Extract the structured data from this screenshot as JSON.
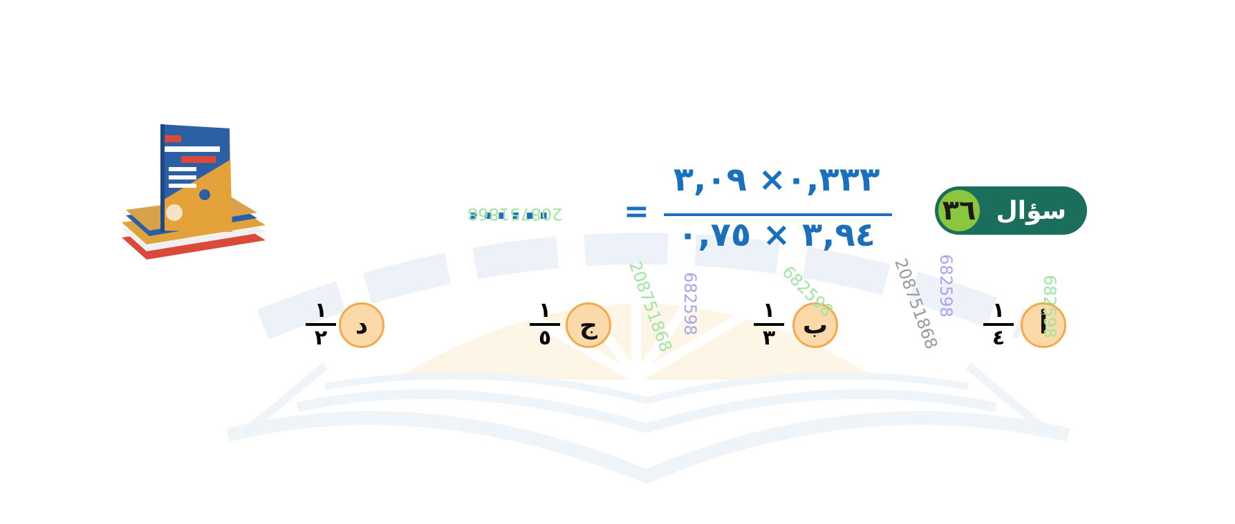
{
  "question": {
    "label": "سؤال",
    "number": "٣٦"
  },
  "expression": {
    "numerator": "٠,٣٣٣× ٣,٠٩",
    "denominator": "٣,٩٤ × ٠,٧٥",
    "equals": "=",
    "answer_blank": "......"
  },
  "options": [
    {
      "letter": "أ",
      "numerator": "١",
      "denominator": "٤"
    },
    {
      "letter": "ب",
      "numerator": "١",
      "denominator": "٣"
    },
    {
      "letter": "ج",
      "numerator": "١",
      "denominator": "٥"
    },
    {
      "letter": "د",
      "numerator": "١",
      "denominator": "٢"
    }
  ],
  "watermark_numbers": {
    "a": "208751868",
    "b": "682598",
    "c": "208751868",
    "d": "682598",
    "e": "682598",
    "f": "208751868",
    "g": "682598"
  },
  "colors": {
    "accent_blue": "#1a6fbe",
    "pill_green": "#1c6e5c",
    "badge_green": "#8cc63f",
    "option_fill": "#fcd9a8",
    "option_border": "#f2a94a"
  }
}
